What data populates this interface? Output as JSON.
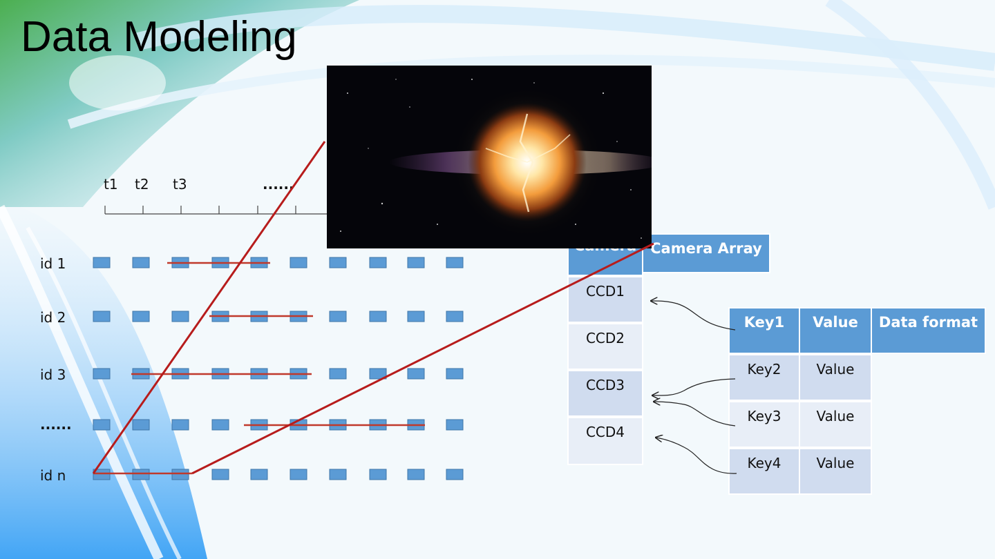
{
  "slide": {
    "title": "Data Modeling"
  },
  "timeline": {
    "labels": [
      "t1",
      "t2",
      "t3"
    ],
    "ellipsis": "......"
  },
  "rows": {
    "labels": [
      "id 1",
      "id 2",
      "id 3",
      "......",
      "id n"
    ]
  },
  "camera_table": {
    "headers": [
      "Camera",
      "Camera Array"
    ],
    "cells": [
      "CCD1",
      "CCD2",
      "CCD3",
      "CCD4"
    ]
  },
  "key_table": {
    "headers": [
      "Key1",
      "Value",
      "Data format"
    ],
    "rows": [
      {
        "key": "Key2",
        "value": "Value"
      },
      {
        "key": "Key3",
        "value": "Value"
      },
      {
        "key": "Key4",
        "value": "Value"
      }
    ]
  },
  "colors": {
    "accent": "#5b9bd5",
    "highlight_line": "#b71c1c",
    "cell_dark": "#d0dcef",
    "cell_light": "#e8eef7"
  }
}
